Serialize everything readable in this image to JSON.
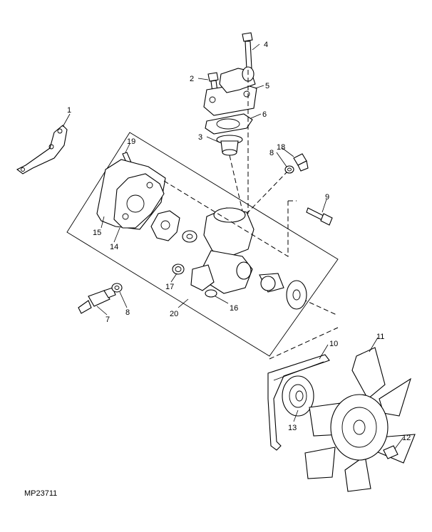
{
  "figure_id": "MP23711",
  "callouts": [
    "1",
    "2",
    "3",
    "4",
    "5",
    "6",
    "7",
    "8",
    "8",
    "9",
    "10",
    "11",
    "12",
    "13",
    "14",
    "15",
    "16",
    "17",
    "18",
    "19",
    "20"
  ]
}
